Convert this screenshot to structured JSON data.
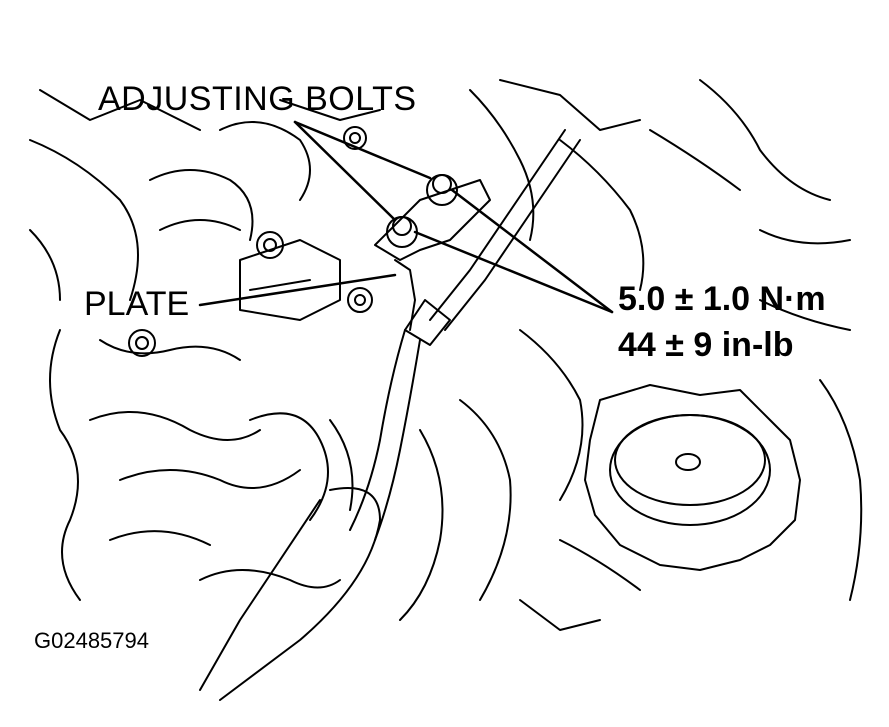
{
  "labels": {
    "adjusting_bolts": "ADJUSTING BOLTS",
    "plate": "PLATE",
    "torque_nm": "5.0 ± 1.0 N·m",
    "torque_inlb": "44 ± 9 in-lb",
    "figure_code": "G02485794"
  },
  "colors": {
    "line": "#000000",
    "background": "#ffffff"
  }
}
